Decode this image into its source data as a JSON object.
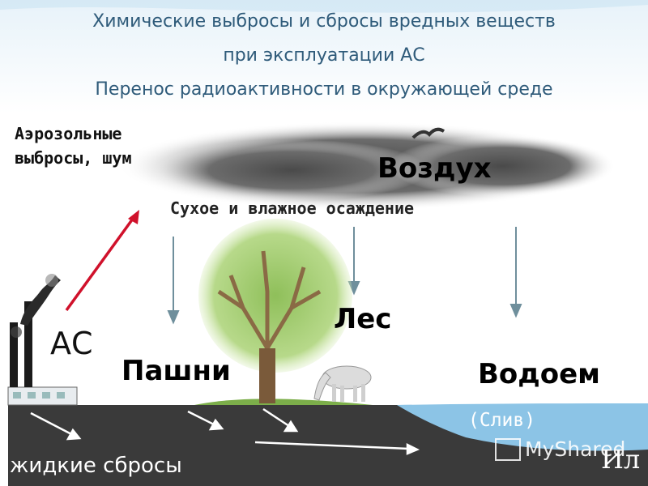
{
  "title": {
    "line1": "Химические выбросы и сбросы вредных веществ",
    "line2": "при эксплуатации АС",
    "line3": "Перенос радиоактивности в окружающей среде"
  },
  "labels": {
    "aerosol": "Аэрозольные выбросы, шум",
    "air": "Воздух",
    "deposition": "Сухое и влажное осаждение",
    "npp": "АС",
    "fields": "Пашни",
    "forest": "Лес",
    "reservoir": "Водоем",
    "discharge": "(Слив)",
    "liquid": "жидкие сбросы",
    "silt": "Ил"
  },
  "watermark": {
    "text": "MyShared"
  },
  "colors": {
    "title": "#2f5b7a",
    "ground": "#3a3a3a",
    "water": "#8cc4e6",
    "red_arrow": "#d0112b",
    "down_arrow": "#6f8f9c"
  }
}
